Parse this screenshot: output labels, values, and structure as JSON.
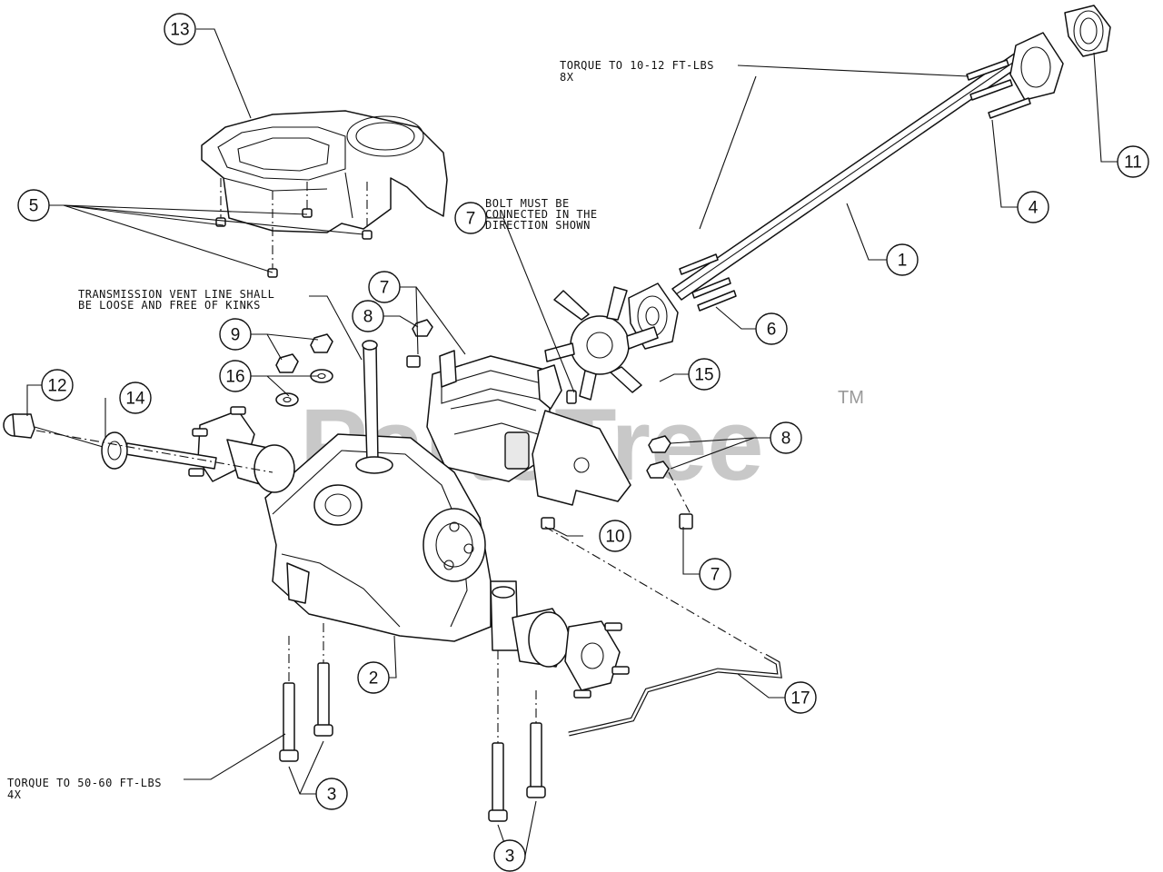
{
  "watermark": {
    "text": "PartsTree",
    "trademark": "TM"
  },
  "notes": {
    "torque_top_line1": "TORQUE TO 10-12 FT-LBS",
    "torque_top_line2": "8X",
    "bolt_line1": "BOLT MUST BE",
    "bolt_line2": "CONNECTED IN THE",
    "bolt_line3": "DIRECTION SHOWN",
    "vent_line1": "TRANSMISSION VENT LINE SHALL",
    "vent_line2": "BE LOOSE AND FREE OF KINKS",
    "torque_bottom_line1": "TORQUE TO 50-60 FT-LBS",
    "torque_bottom_line2": "4X"
  },
  "callouts": {
    "c13": "13",
    "c5": "5",
    "c11": "11",
    "c4": "4",
    "c1": "1",
    "c7a": "7",
    "c7b": "7",
    "c7c": "7",
    "c8a": "8",
    "c8b": "8",
    "c9": "9",
    "c16": "16",
    "c12": "12",
    "c14": "14",
    "c15": "15",
    "c6": "6",
    "c10": "10",
    "c2": "2",
    "c17": "17",
    "c3a": "3",
    "c3b": "3"
  }
}
